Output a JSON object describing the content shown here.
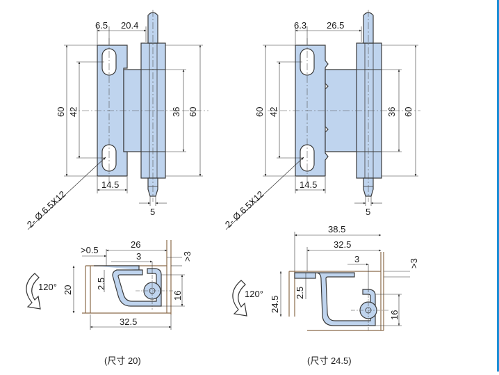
{
  "colors": {
    "part_fill": "#bfd4ee",
    "part_stroke": "#3a3a3a",
    "dim_line": "#333333",
    "frame_line": "#8a6a4a",
    "right_edge": "#1d8fd6"
  },
  "left": {
    "top_dims": [
      "6.5",
      "20.4"
    ],
    "height_outer": "60",
    "height_inner": "42",
    "pin_inner": "36",
    "pin_outer": "60",
    "hole_spec": "2- Ø 6.5X12",
    "base_width": "14.5",
    "pin_width": "5",
    "side": {
      "gap": ">0.5",
      "span": "26",
      "pin_offset": "3",
      "clearance": ">3",
      "thick": "2.5",
      "height": "20",
      "pin_h": "16",
      "base": "32.5",
      "angle": "120°"
    },
    "caption": "(尺寸 20)"
  },
  "right": {
    "top_dims": [
      "6.3",
      "26.5"
    ],
    "height_outer": "60",
    "height_inner": "42",
    "pin_inner": "36",
    "pin_outer": "60",
    "hole_spec": "2- Ø 6.5X12",
    "base_width": "14.5",
    "pin_width": "5",
    "side": {
      "overall": "38.5",
      "span": "32.5",
      "pin_offset": "3",
      "clearance": ">3",
      "thick": "2.5",
      "height": "24.5",
      "pin_h": "16",
      "angle": "120°"
    },
    "caption": "(尺寸 24.5)"
  }
}
